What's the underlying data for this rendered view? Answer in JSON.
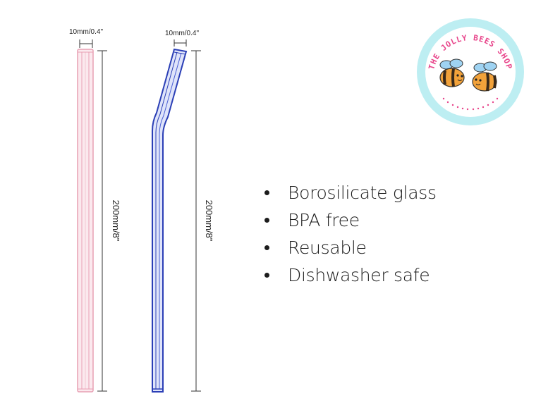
{
  "diagram": {
    "straight_width_label": "10mm/0.4\"",
    "straight_length_label": "200mm/8\"",
    "bent_width_label": "10mm/0.4\"",
    "bent_length_label": "200mm/8\"",
    "colors": {
      "straight_straw": "#e8a0b4",
      "bent_straw": "#2b3fb6"
    }
  },
  "features": [
    "Borosilicate glass",
    "BPA free",
    "Reusable",
    "Dishwasher safe"
  ],
  "logo": {
    "text": "THE JOLLY BEES SHOP",
    "colors": {
      "ring": "#bdeef2",
      "text": "#e8448a",
      "bee_body": "#f2a23a",
      "bee_wing": "#9fd3f2"
    }
  }
}
